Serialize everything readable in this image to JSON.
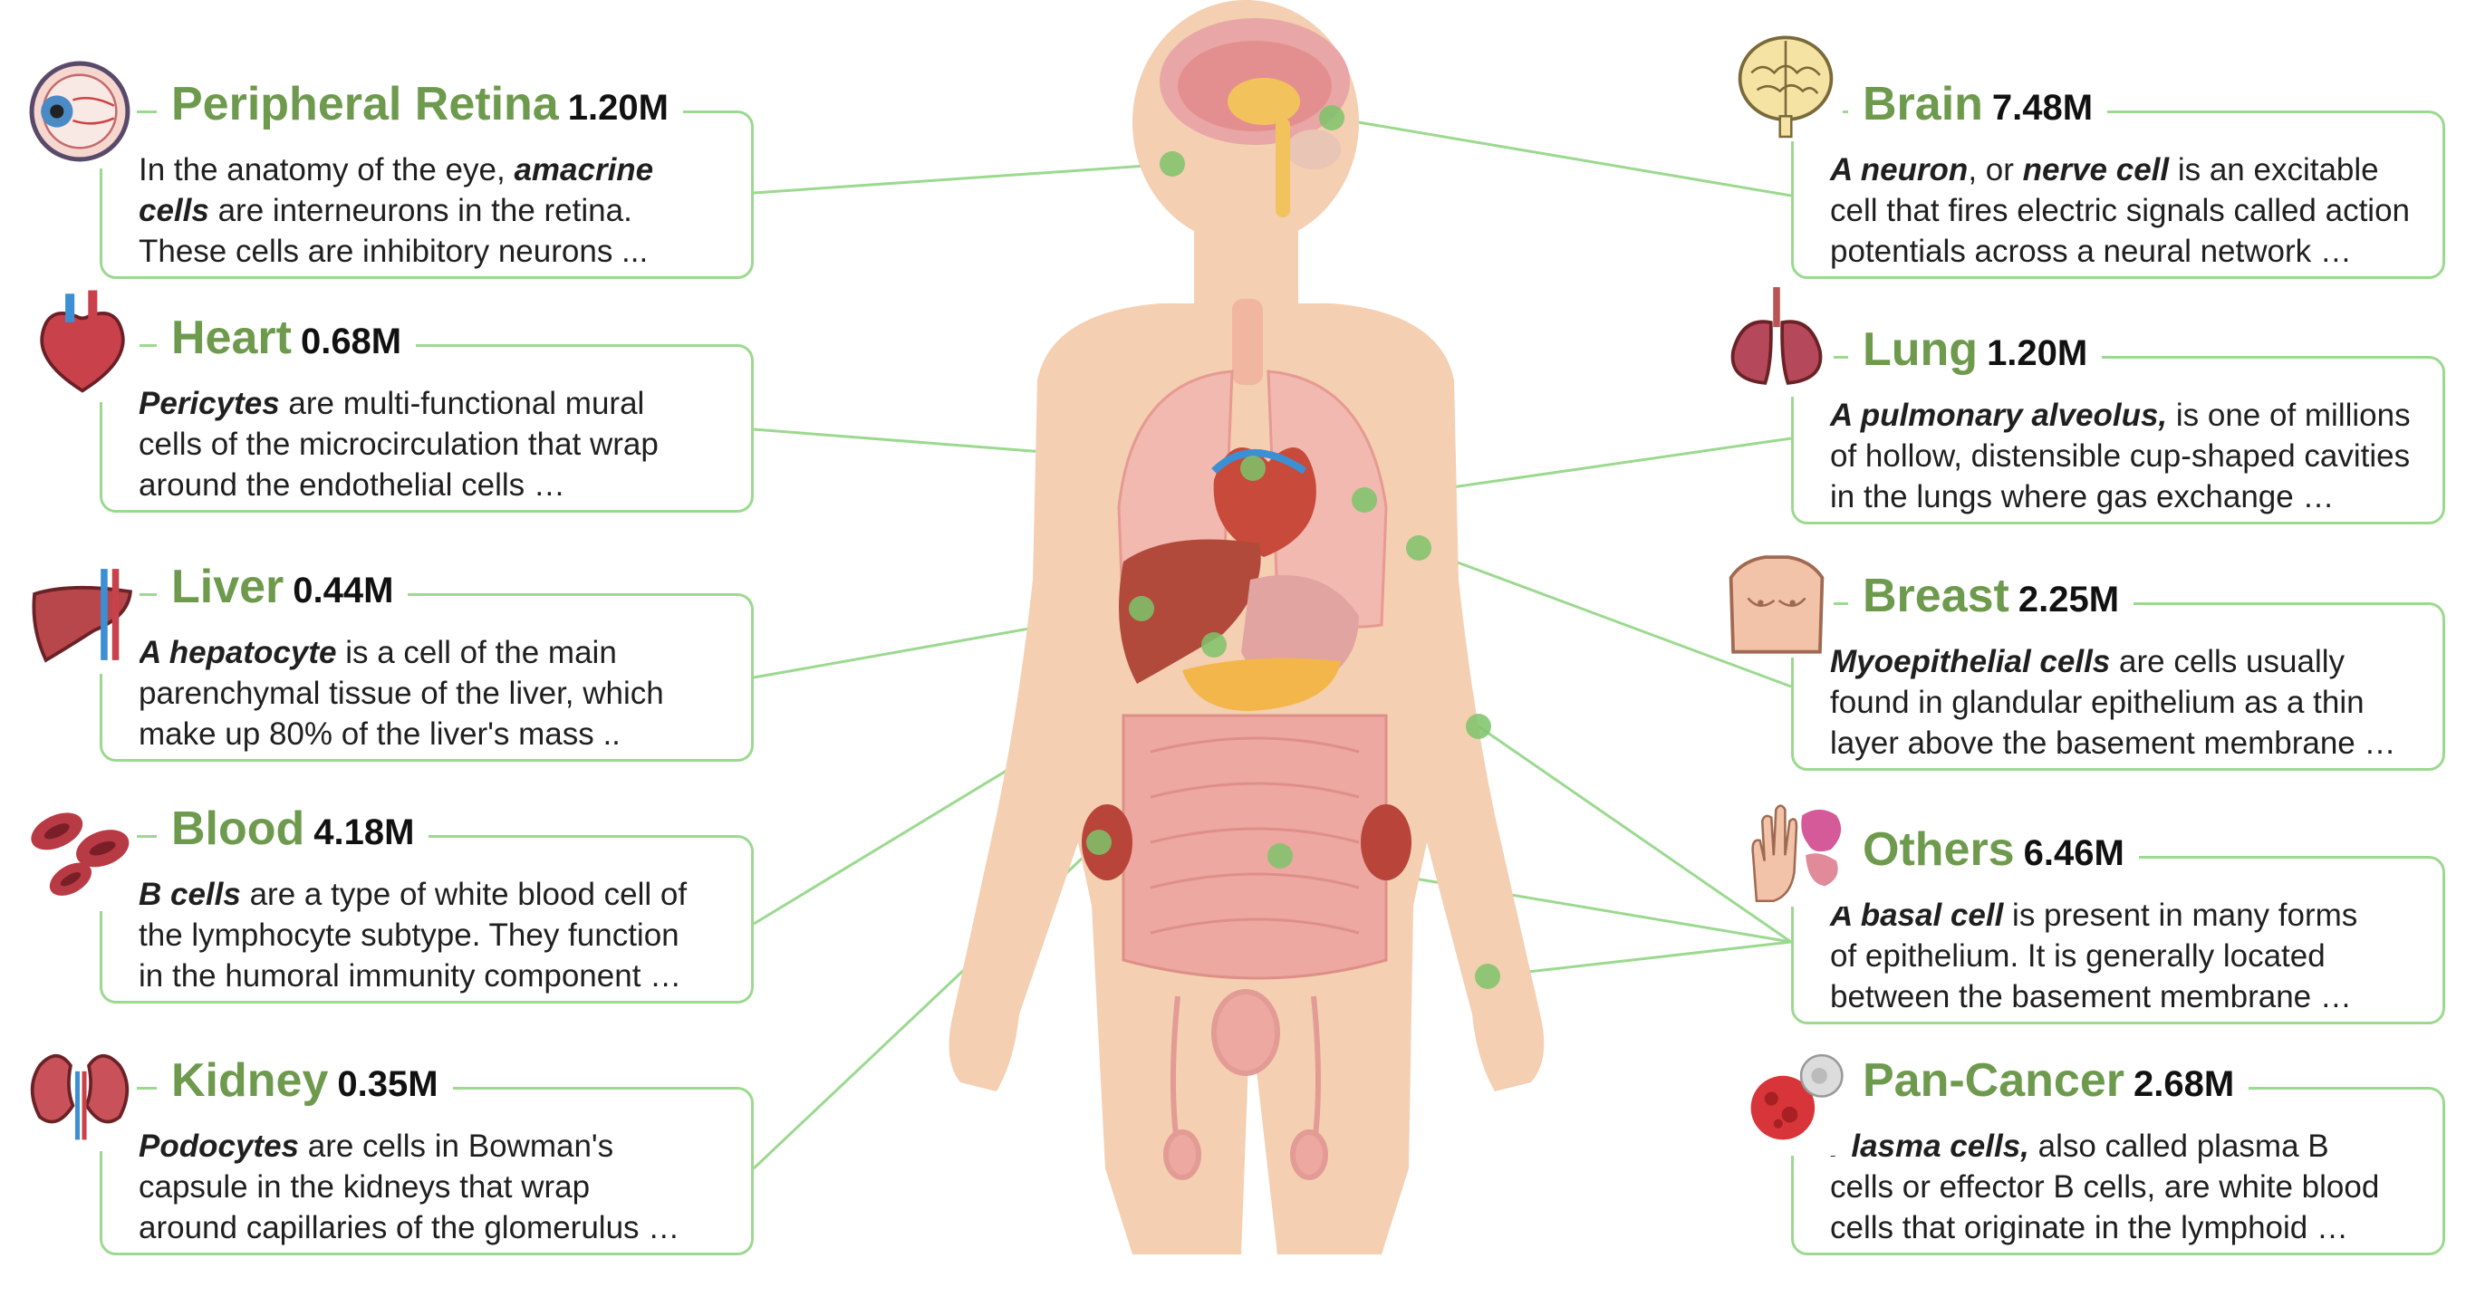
{
  "colors": {
    "card_border": "#9bd98f",
    "title_green": "#6e9a4d",
    "connector": "#9bd98f",
    "dot": "#7cc36a",
    "skin": "#f4cfb2"
  },
  "cards": [
    {
      "id": "retina",
      "icon": "eye-icon",
      "title": "Peripheral Retina",
      "count": "1.20M",
      "lines": [
        [
          {
            "t": "In the anatomy of the eye, "
          },
          {
            "t": "amacrine",
            "em": true
          }
        ],
        [
          {
            "t": "cells",
            "em": true
          },
          {
            "t": " are interneurons in the retina."
          }
        ],
        [
          {
            "t": "These cells are inhibitory neurons ..."
          }
        ]
      ]
    },
    {
      "id": "heart",
      "icon": "heart-icon",
      "title": "Heart",
      "count": "0.68M",
      "lines": [
        [
          {
            "t": "Pericytes",
            "em": true
          },
          {
            "t": " are multi-functional mural"
          }
        ],
        [
          {
            "t": "cells of the microcirculation that wrap"
          }
        ],
        [
          {
            "t": "around the endothelial cells …"
          }
        ]
      ]
    },
    {
      "id": "liver",
      "icon": "liver-icon",
      "title": "Liver",
      "count": "0.44M",
      "lines": [
        [
          {
            "t": "A hepatocyte",
            "em": true
          },
          {
            "t": " is a cell of the main"
          }
        ],
        [
          {
            "t": "parenchymal tissue of the liver, which"
          }
        ],
        [
          {
            "t": "make up 80% of the liver's mass .."
          }
        ]
      ]
    },
    {
      "id": "blood",
      "icon": "blood-cells-icon",
      "title": "Blood",
      "count": "4.18M",
      "lines": [
        [
          {
            "t": "B cells",
            "em": true
          },
          {
            "t": " are a type of white blood cell of"
          }
        ],
        [
          {
            "t": "the lymphocyte subtype. They function"
          }
        ],
        [
          {
            "t": "in the humoral immunity component …"
          }
        ]
      ]
    },
    {
      "id": "kidney",
      "icon": "kidney-icon",
      "title": "Kidney",
      "count": "0.35M",
      "lines": [
        [
          {
            "t": "Podocytes",
            "em": true
          },
          {
            "t": " are cells in Bowman's"
          }
        ],
        [
          {
            "t": "capsule in the kidneys that wrap"
          }
        ],
        [
          {
            "t": "around capillaries of the glomerulus …"
          }
        ]
      ]
    },
    {
      "id": "brain",
      "icon": "brain-icon",
      "title": "Brain",
      "count": "7.48M",
      "lines": [
        [
          {
            "t": "A neuron",
            "em": true
          },
          {
            "t": ", or "
          },
          {
            "t": "nerve cell",
            "em": true
          },
          {
            "t": " is an excitable"
          }
        ],
        [
          {
            "t": "cell that fires electric signals called action"
          }
        ],
        [
          {
            "t": "potentials across a neural network …"
          }
        ]
      ]
    },
    {
      "id": "lung",
      "icon": "lungs-icon",
      "title": "Lung",
      "count": "1.20M",
      "lines": [
        [
          {
            "t": "A pulmonary alveolus,",
            "em": true
          },
          {
            "t": " is one of millions"
          }
        ],
        [
          {
            "t": "of hollow, distensible cup-shaped cavities"
          }
        ],
        [
          {
            "t": "in the lungs where gas exchange …"
          }
        ]
      ]
    },
    {
      "id": "breast",
      "icon": "torso-icon",
      "title": "Breast",
      "count": "2.25M",
      "lines": [
        [
          {
            "t": "Myoepithelial cells",
            "em": true
          },
          {
            "t": " are cells usually"
          }
        ],
        [
          {
            "t": "found in glandular epithelium as a thin"
          }
        ],
        [
          {
            "t": "layer above the basement membrane …"
          }
        ]
      ]
    },
    {
      "id": "others",
      "icon": "organs-hand-icon",
      "title": "Others",
      "count": "6.46M",
      "lines": [
        [
          {
            "t": "A basal cell",
            "em": true
          },
          {
            "t": " is present in many forms"
          }
        ],
        [
          {
            "t": "of epithelium. It is generally located"
          }
        ],
        [
          {
            "t": "between the basement membrane …"
          }
        ]
      ]
    },
    {
      "id": "pancancer",
      "icon": "cancer-cell-icon",
      "title": "Pan-Cancer",
      "count": "2.68M",
      "lines": [
        [
          {
            "t": "Plasma cells,",
            "em": true
          },
          {
            "t": " also called plasma B"
          }
        ],
        [
          {
            "t": "cells or effector B cells, are white blood"
          }
        ],
        [
          {
            "t": "cells that originate in the lymphoid …"
          }
        ]
      ]
    }
  ]
}
